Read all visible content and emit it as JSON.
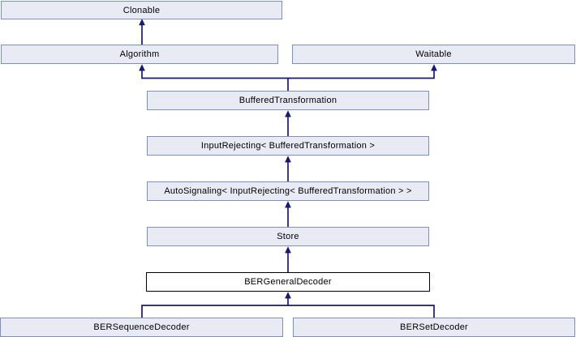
{
  "diagram": {
    "kind": "class-inheritance-graph",
    "current_class": "BERGeneralDecoder",
    "colors": {
      "background": "#FFFFFF",
      "node_fill": "#E8EBF4",
      "node_border": "#7C90C0",
      "current_node_fill": "#FFFFFF",
      "current_node_border": "#000000",
      "edge": "#191970",
      "text": "#000000"
    },
    "nodes": [
      {
        "label": "Clonable",
        "current": false
      },
      {
        "label": "Algorithm",
        "current": false
      },
      {
        "label": "Waitable",
        "current": false
      },
      {
        "label": "BufferedTransformation",
        "current": false
      },
      {
        "label": "InputRejecting< BufferedTransformation >",
        "current": false
      },
      {
        "label": "AutoSignaling< InputRejecting< BufferedTransformation > >",
        "current": false
      },
      {
        "label": "Store",
        "current": false
      },
      {
        "label": "BERGeneralDecoder",
        "current": true
      },
      {
        "label": "BERSequenceDecoder",
        "current": false
      },
      {
        "label": "BERSetDecoder",
        "current": false
      }
    ],
    "edges": [
      {
        "from": "Algorithm",
        "to": "Clonable"
      },
      {
        "from": "BufferedTransformation",
        "to": "Algorithm"
      },
      {
        "from": "BufferedTransformation",
        "to": "Waitable"
      },
      {
        "from": "InputRejecting< BufferedTransformation >",
        "to": "BufferedTransformation"
      },
      {
        "from": "AutoSignaling< InputRejecting< BufferedTransformation > >",
        "to": "InputRejecting< BufferedTransformation >"
      },
      {
        "from": "Store",
        "to": "AutoSignaling< InputRejecting< BufferedTransformation > >"
      },
      {
        "from": "BERGeneralDecoder",
        "to": "Store"
      },
      {
        "from": "BERSequenceDecoder",
        "to": "BERGeneralDecoder"
      },
      {
        "from": "BERSetDecoder",
        "to": "BERGeneralDecoder"
      }
    ]
  }
}
